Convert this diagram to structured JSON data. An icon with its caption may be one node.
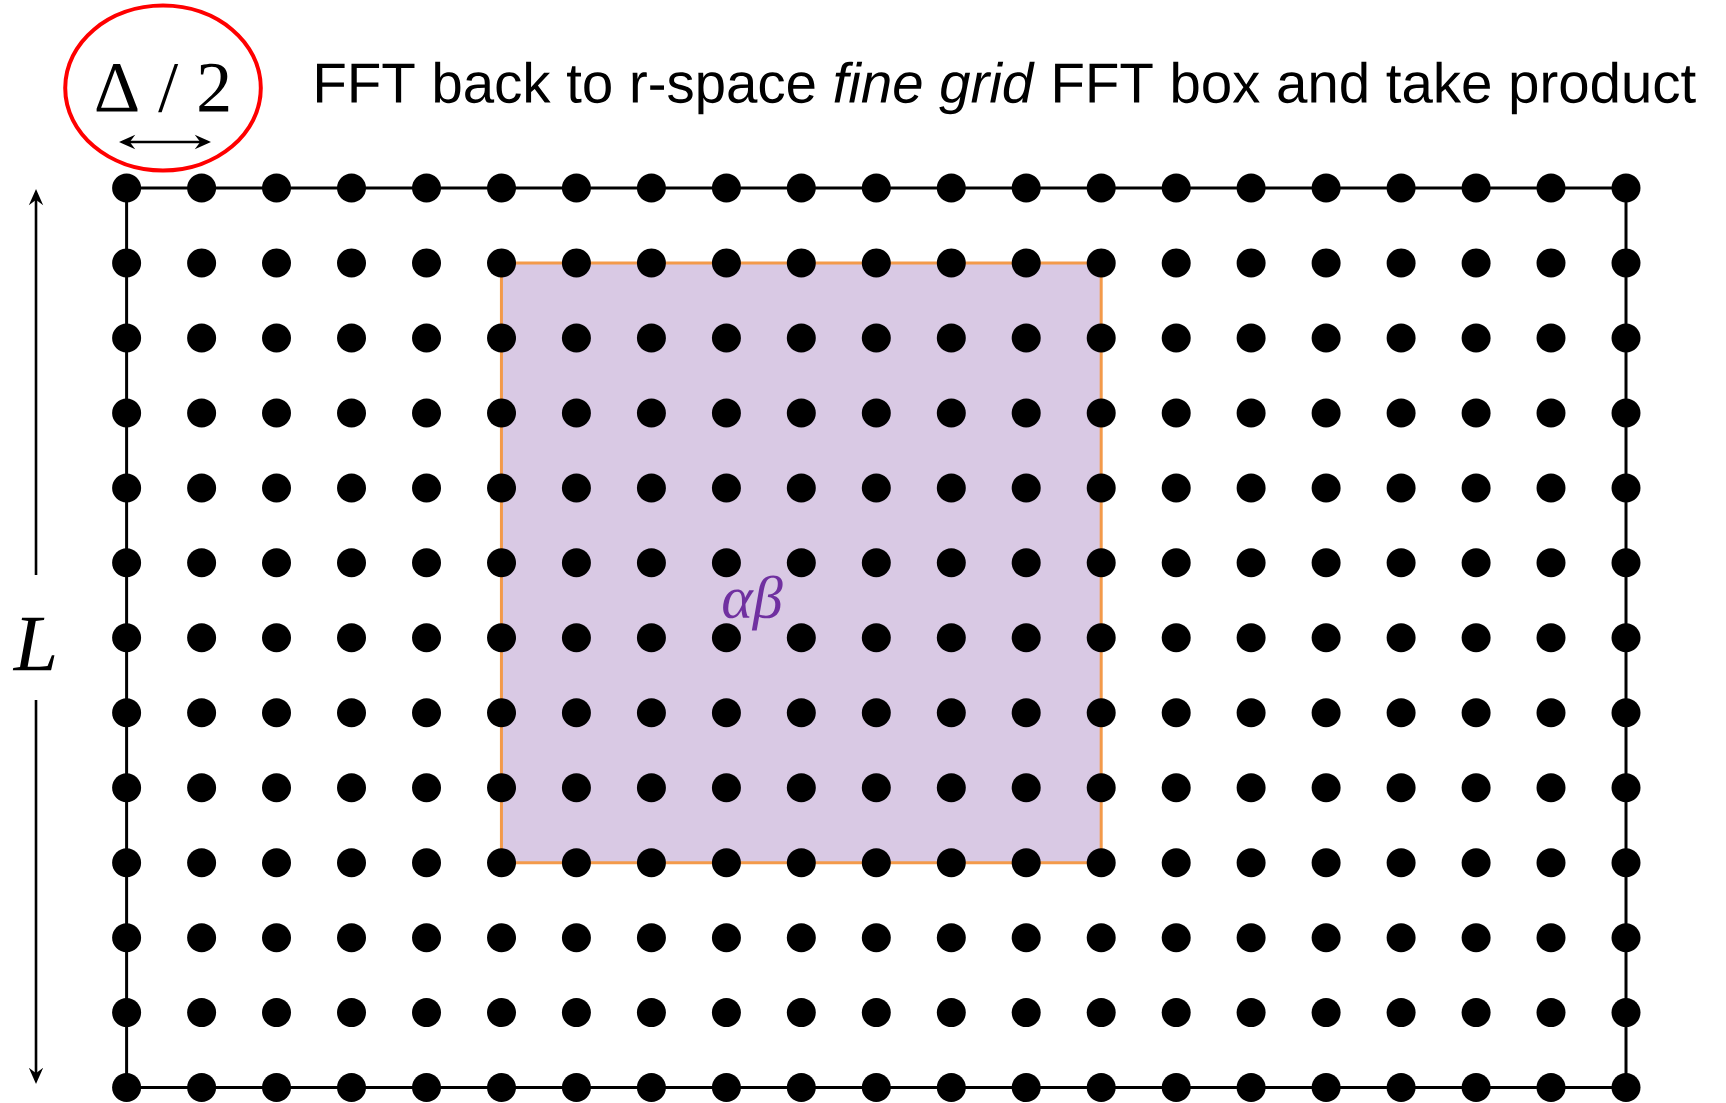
{
  "diagram": {
    "title": "FFT back to r-space *fine grid* FFT box and take product",
    "nodes": [
      {
        "text": [
          "Δ / 2"
        ]
      },
      {
        "text": [],
        "shape": "box"
      },
      {
        "text": [
          "αβ"
        ],
        "in": 1
      }
    ],
    "labels": [
      "L"
    ]
  }
}
